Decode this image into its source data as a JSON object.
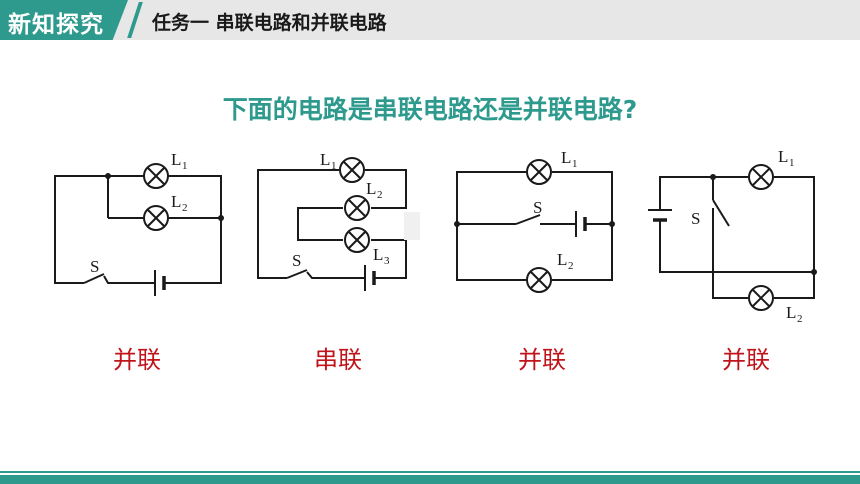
{
  "header": {
    "badge": "新知探究",
    "title": "任务一   串联电路和并联电路"
  },
  "question": "下面的电路是串联电路还是并联电路?",
  "labels": {
    "L1": "L",
    "L2": "L",
    "L3": "L",
    "S": "S",
    "sub1": "1",
    "sub2": "2",
    "sub3": "3"
  },
  "answers": [
    "并联",
    "串联",
    "并联",
    "并联"
  ],
  "colors": {
    "accent": "#2e9a8d",
    "answer": "#c0141b"
  }
}
